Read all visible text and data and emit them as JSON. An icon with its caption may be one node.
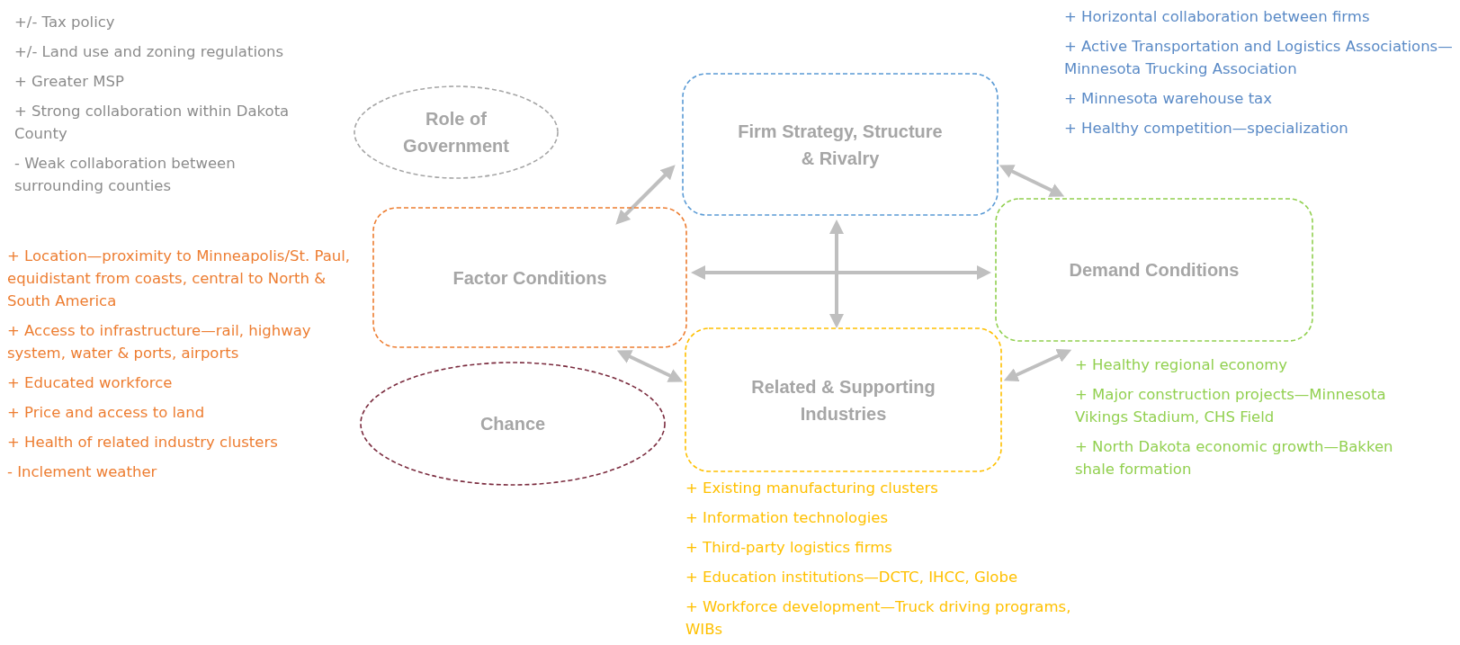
{
  "diagram": {
    "nodes": [
      {
        "text": [
          "Role of Government"
        ],
        "beside": [
          "+/- Tax policy",
          "+/- Land use and zoning regulations",
          "+ Greater MSP",
          "+ Strong collaboration within Dakota County",
          "- Weak collaboration between surrounding counties"
        ]
      },
      {
        "text": [
          "Firm Strategy, Structure & Rivalry"
        ],
        "beside": [
          "+ Horizontal collaboration between firms",
          "+ Active Transportation and Logistics Associations—Minnesota Trucking Association",
          "+ Minnesota warehouse tax",
          "+ Healthy competition—specialization"
        ]
      },
      {
        "text": [
          "Factor Conditions"
        ],
        "beside": [
          "+ Location—proximity to Minneapolis/St. Paul, equidistant from coasts, central to North & South America",
          "+ Access to infrastructure—rail, highway system, water & ports, airports",
          "+ Educated workforce",
          "+ Price and access to land",
          "+ Health of related industry clusters",
          "- Inclement weather"
        ]
      },
      {
        "text": [
          "Demand Conditions"
        ],
        "beside": [
          "+ Healthy regional economy",
          "+ Major construction projects—Minnesota Vikings Stadium, CHS Field",
          "+ North Dakota economic growth—Bakken shale formation"
        ]
      },
      {
        "text": [
          "Chance"
        ]
      },
      {
        "text": [
          "Related & Supporting Industries"
        ],
        "beside": [
          "+ Existing manufacturing clusters",
          "+ Information technologies",
          "+ Third-party logistics firms",
          "+ Education institutions—DCTC, IHCC, Globe",
          "+ Workforce development—Truck driving programs, WIBs"
        ]
      }
    ],
    "edges": [
      {
        "from": 2,
        "to": 1,
        "arrow": "both"
      },
      {
        "from": 1,
        "to": 3,
        "arrow": "both"
      },
      {
        "from": 2,
        "to": 5,
        "arrow": "both"
      },
      {
        "from": 5,
        "to": 3,
        "arrow": "both"
      },
      {
        "from": 1,
        "to": 5,
        "arrow": "both"
      },
      {
        "from": 2,
        "to": 3,
        "arrow": "both"
      }
    ]
  }
}
